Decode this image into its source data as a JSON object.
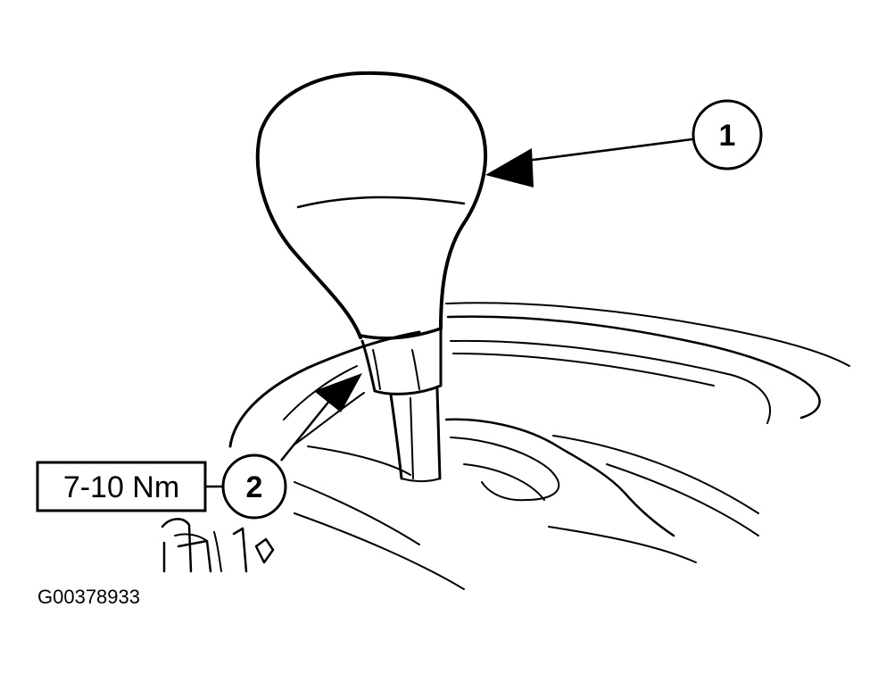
{
  "diagram": {
    "callouts": [
      {
        "id": "1",
        "label": "1"
      },
      {
        "id": "2",
        "label": "2"
      }
    ],
    "torque_spec": "7-10 Nm",
    "figure_id": "G00378933"
  }
}
